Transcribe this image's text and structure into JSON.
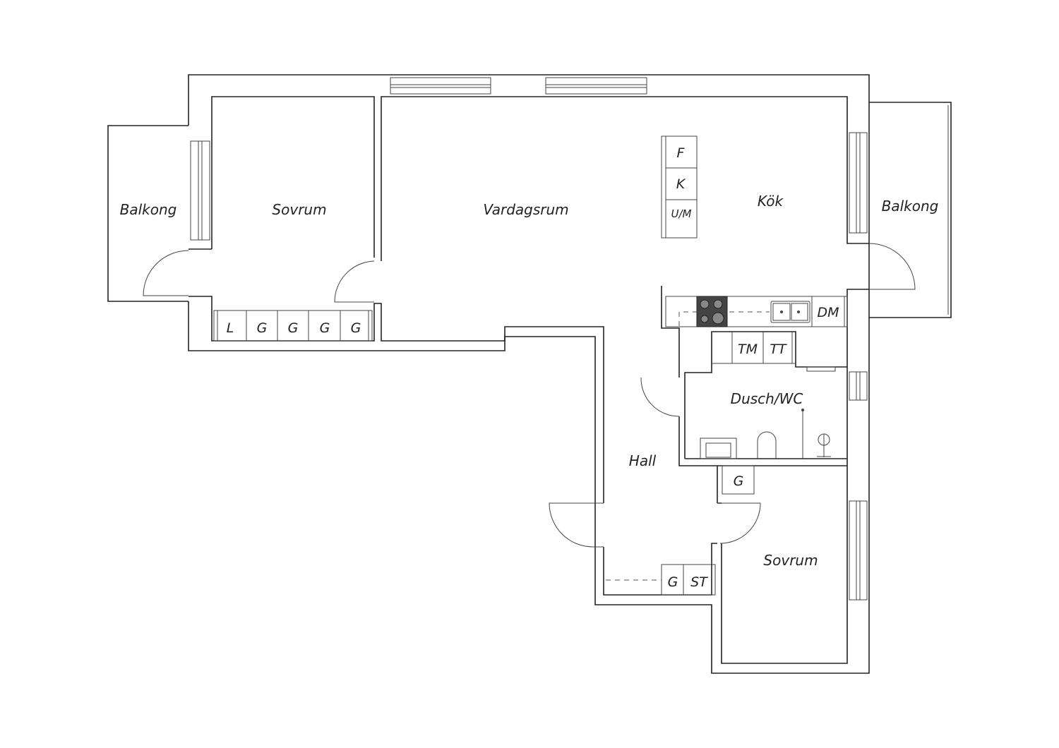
{
  "rooms": {
    "balkong_left": "Balkong",
    "sovrum_1": "Sovrum",
    "vardagsrum": "Vardagsrum",
    "kok": "Kök",
    "balkong_right": "Balkong",
    "dusch_wc": "Dusch/WC",
    "hall": "Hall",
    "sovrum_2": "Sovrum"
  },
  "fixtures": {
    "closets_sovrum_1": [
      "L",
      "G",
      "G",
      "G",
      "G"
    ],
    "kitchen_column": [
      "F",
      "K",
      "U/M"
    ],
    "dishwasher": "DM",
    "laundry": [
      "TM",
      "TT"
    ],
    "closet_hall": "G",
    "closets_hall_bottom": [
      "G",
      "ST"
    ]
  }
}
